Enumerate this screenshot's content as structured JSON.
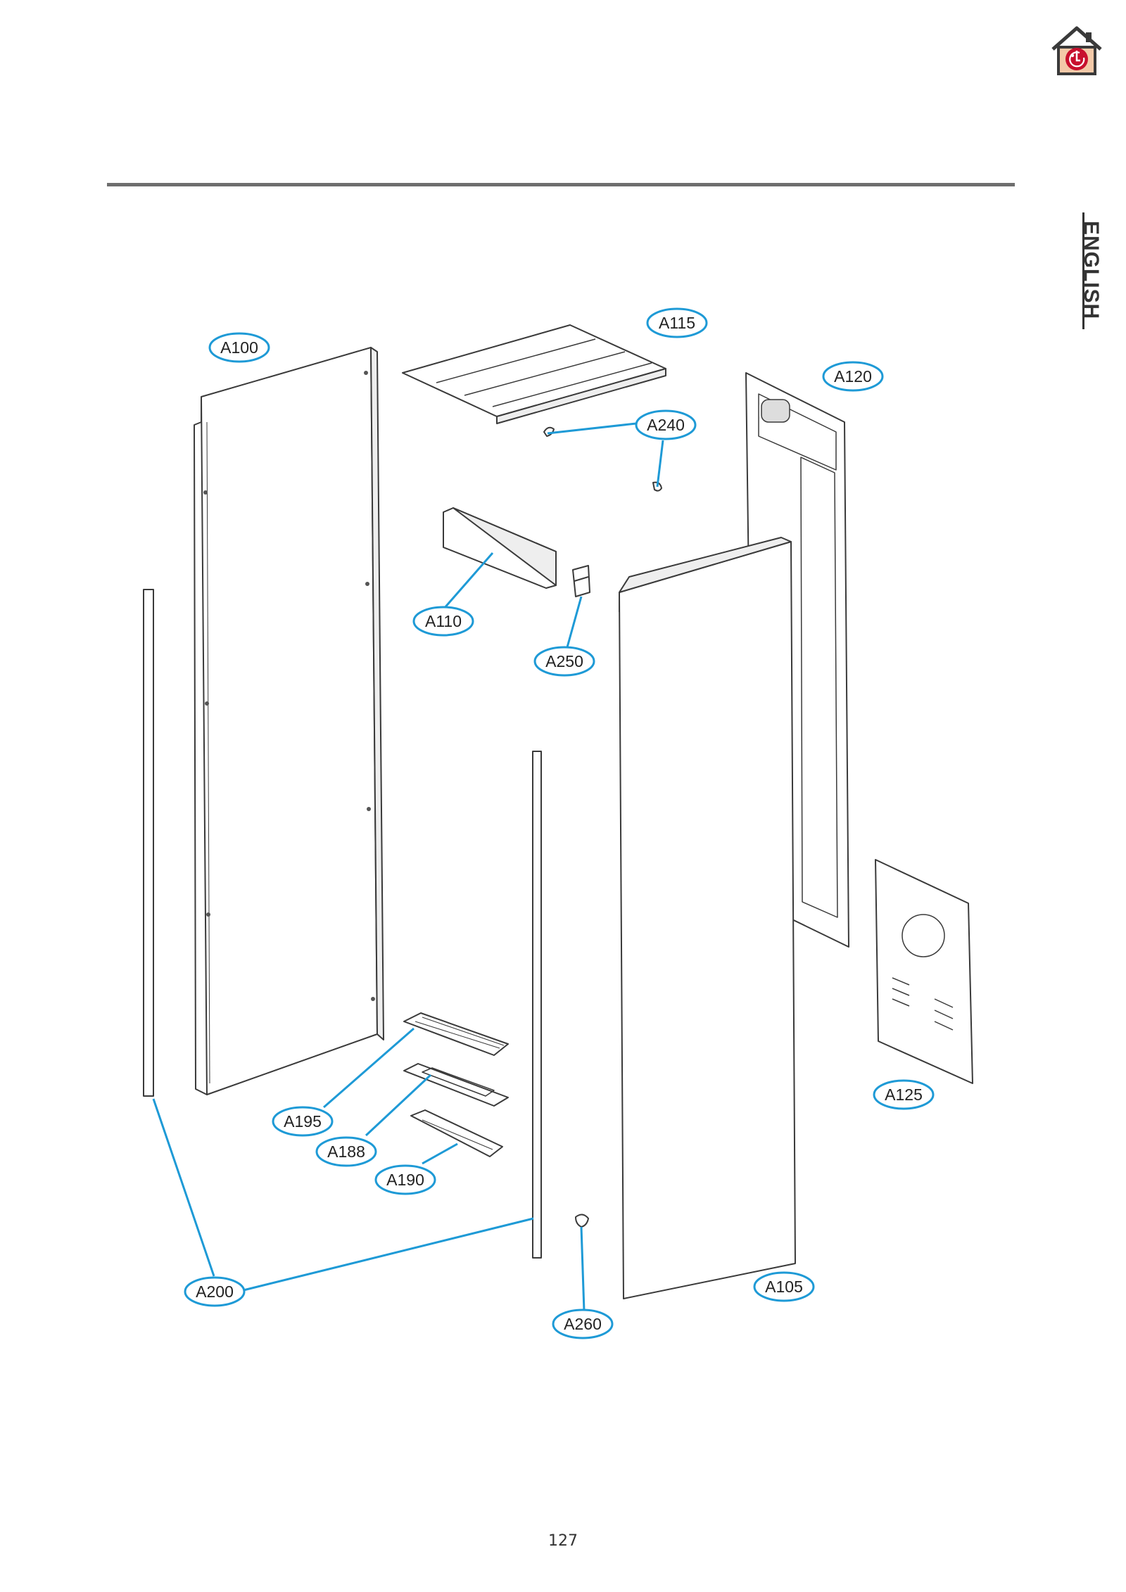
{
  "language_tab": "ENGLISH",
  "page_number": "127",
  "callouts": [
    {
      "id": "a100",
      "label": "A100"
    },
    {
      "id": "a115",
      "label": "A115"
    },
    {
      "id": "a120",
      "label": "A120"
    },
    {
      "id": "a240",
      "label": "A240"
    },
    {
      "id": "a110",
      "label": "A110"
    },
    {
      "id": "a250",
      "label": "A250"
    },
    {
      "id": "a125",
      "label": "A125"
    },
    {
      "id": "a195",
      "label": "A195"
    },
    {
      "id": "a188",
      "label": "A188"
    },
    {
      "id": "a190",
      "label": "A190"
    },
    {
      "id": "a200",
      "label": "A200"
    },
    {
      "id": "a105",
      "label": "A105"
    },
    {
      "id": "a260",
      "label": "A260"
    }
  ],
  "colors": {
    "callout_line": "#1e9ad6",
    "rule": "#6e6e6e",
    "part_stroke": "#3a3a3a",
    "logo_red": "#c8102e"
  }
}
